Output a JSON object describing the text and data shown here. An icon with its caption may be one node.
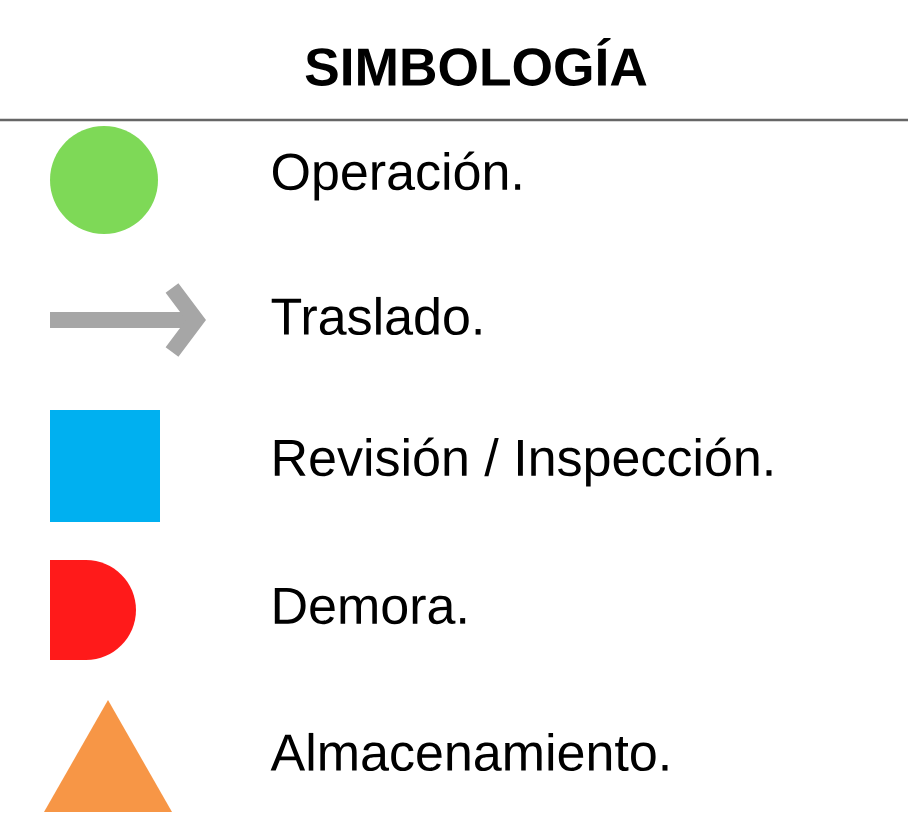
{
  "diagram": {
    "title": "SIMBOLOGÍA",
    "legend": [
      {
        "text": "Operación.",
        "color": "#7ed957"
      },
      {
        "text": "Traslado.",
        "color": "#a6a6a6"
      },
      {
        "text": "Revisión / Inspección.",
        "color": "#00b0f0"
      },
      {
        "text": "Demora.",
        "color": "#ff1a1a"
      },
      {
        "text": "Almacenamiento.",
        "color": "#f79646"
      }
    ]
  }
}
